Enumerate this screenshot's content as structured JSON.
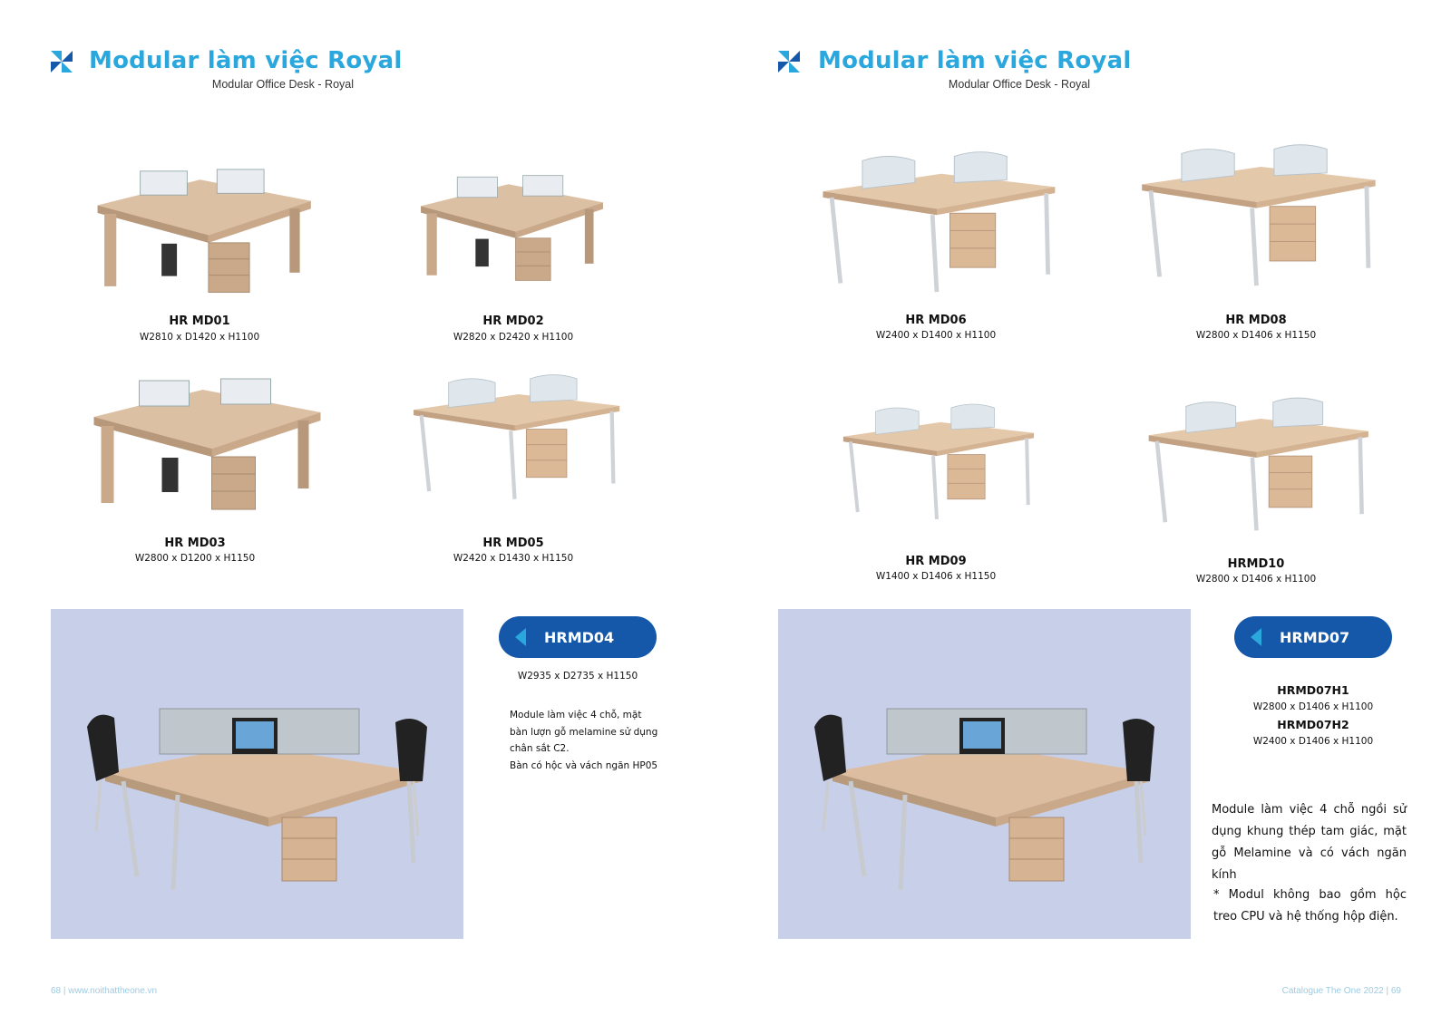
{
  "left_page": {
    "title": "Modular làm việc Royal",
    "subtitle": "Modular Office Desk - Royal",
    "products": [
      {
        "name": "HR MD01",
        "dims": "W2810 x D1420 x H1100"
      },
      {
        "name": "HR MD02",
        "dims": "W2820 x D2420 x H1100"
      },
      {
        "name": "HR MD03",
        "dims": "W2800 x D1200 x H1150"
      },
      {
        "name": "HR MD05",
        "dims": "W2420 x D1430 x H1150"
      }
    ],
    "feature": {
      "label": "HRMD04",
      "dims": "W2935 x D2735 x H1150",
      "description": [
        "Module làm việc 4 chỗ, mặt",
        "bàn lượn gỗ melamine sử dụng",
        "chân sắt C2.",
        "Bàn có hộc và vách ngăn HP05"
      ]
    },
    "footer": "68 | www.noithattheone.vn"
  },
  "right_page": {
    "title": "Modular làm việc Royal",
    "subtitle": "Modular Office Desk - Royal",
    "products": [
      {
        "name": "HR MD06",
        "dims": "W2400 x D1400 x H1100"
      },
      {
        "name": "HR MD08",
        "dims": "W2800 x D1406 x H1150"
      },
      {
        "name": "HR MD09",
        "dims": "W1400 x D1406 x H1150"
      },
      {
        "name": "HRMD10",
        "dims": "W2800 x D1406 x H1100"
      }
    ],
    "feature": {
      "label": "HRMD07",
      "variants": [
        {
          "name": "HRMD07H1",
          "dims": "W2800 x D1406 x H1100"
        },
        {
          "name": "HRMD07H2",
          "dims": "W2400 x D1406 x H1100"
        }
      ],
      "description": "Module làm việc 4 chỗ ngồi sử dụng khung thép tam giác, mặt gỗ Melamine và có vách ngăn kính",
      "note": "* Modul không bao gồm hộc treo CPU và hệ thống hộp điện."
    },
    "footer": "Catalogue The One 2022 | 69"
  },
  "colors": {
    "title": "#2aa7dc",
    "pill": "#1557a8",
    "panel": "#c8cfe9",
    "wood": "#d9b99b",
    "footer": "#9ecbe2"
  },
  "icons": [
    "logo-pinwheel-icon",
    "triangle-left-icon"
  ]
}
